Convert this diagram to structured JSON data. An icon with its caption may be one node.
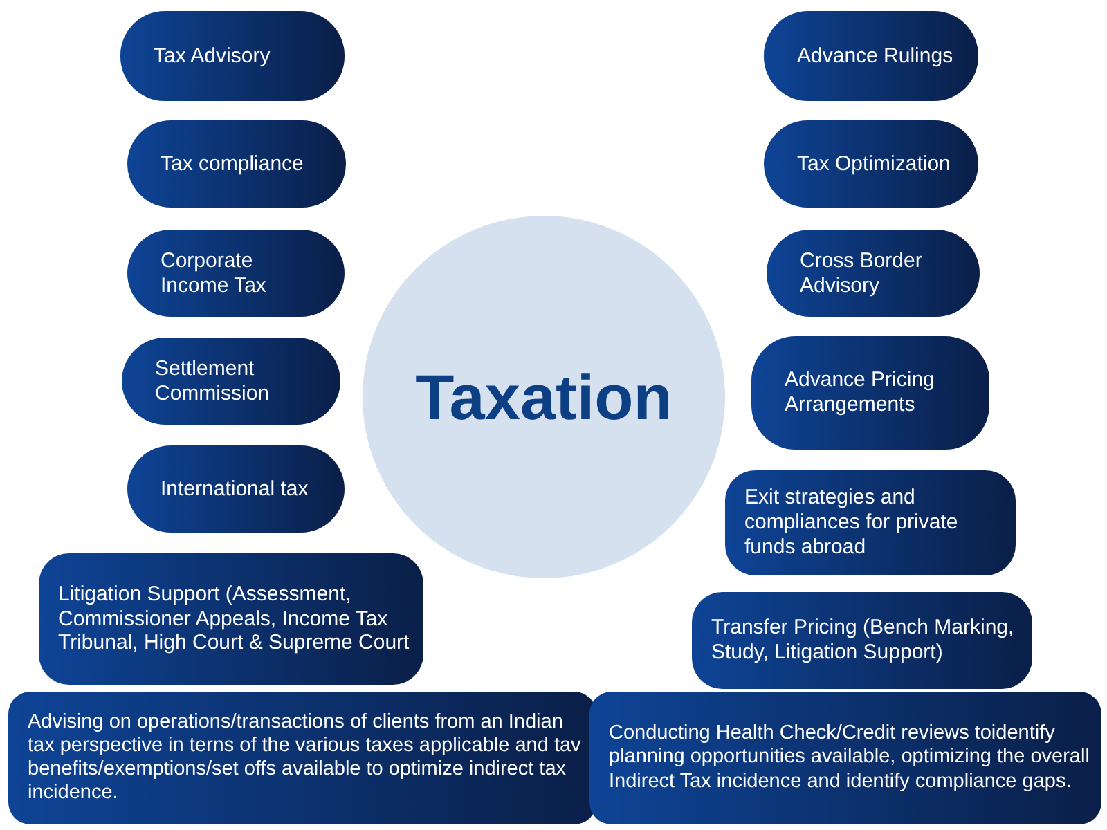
{
  "diagram": {
    "nodes": [
      {
        "text": [
          "Taxation"
        ]
      },
      {
        "text": [
          "Tax Advisory"
        ]
      },
      {
        "text": [
          "Tax compliance"
        ]
      },
      {
        "text": [
          "Corporate Income Tax"
        ]
      },
      {
        "text": [
          "Settlement Commission"
        ]
      },
      {
        "text": [
          "International tax"
        ]
      },
      {
        "text": [
          "Litigation Support (Assessment, Commissioner Appeals, Income Tax Tribunal, High Court & Supreme Court"
        ]
      },
      {
        "text": [
          "Advising on operations/transactions of clients from an Indian tax perspective in terns of the various taxes applicable and tav benefits/exemptions/set offs available to optimize indirect tax incidence."
        ]
      },
      {
        "text": [
          "Advance Rulings"
        ]
      },
      {
        "text": [
          "Tax Optimization"
        ]
      },
      {
        "text": [
          "Cross Border Advisory"
        ]
      },
      {
        "text": [
          "Advance Pricing Arrangements"
        ]
      },
      {
        "text": [
          "Exit strategies and compliances for private funds abroad"
        ]
      },
      {
        "text": [
          "Transfer Pricing (Bench Marking, Study, Litigation Support)"
        ]
      },
      {
        "text": [
          "Conducting Health Check/Credit reviews toidentify planning opportunities available, optimizing the overall Indirect Tax incidence and identify compliance gaps."
        ]
      }
    ]
  }
}
